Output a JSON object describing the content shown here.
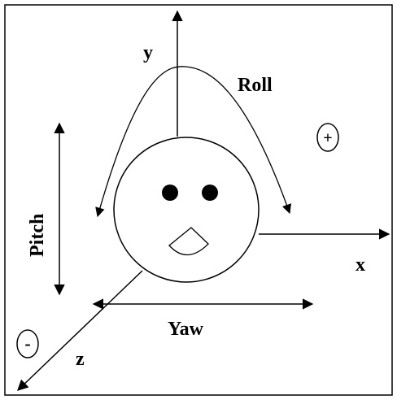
{
  "diagram": {
    "axis_labels": {
      "y": "y",
      "x": "x",
      "z": "z"
    },
    "rotation_labels": {
      "roll": "Roll",
      "pitch": "Pitch",
      "yaw": "Yaw"
    },
    "signs": {
      "plus": "+",
      "minus": "-"
    },
    "colors": {
      "stroke": "#000000",
      "background": "#ffffff"
    }
  }
}
